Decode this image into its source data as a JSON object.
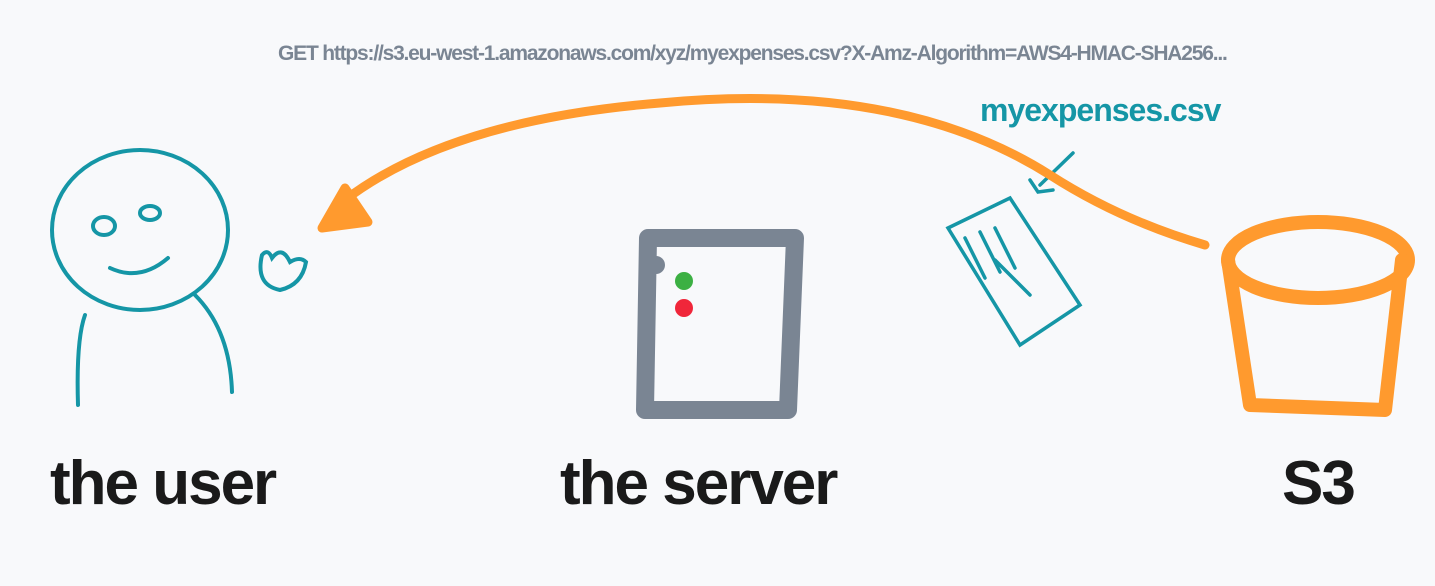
{
  "request": {
    "url_text": "GET https://s3.eu-west-1.amazonaws.com/xyz/myexpenses.csv?X-Amz-Algorithm=AWS4-HMAC-SHA256..."
  },
  "file": {
    "name": "myexpenses.csv"
  },
  "actors": [
    {
      "label": "the user",
      "icon": "user-stick-figure-icon"
    },
    {
      "label": "the server",
      "icon": "server-icon"
    },
    {
      "label": "S3",
      "icon": "bucket-icon"
    }
  ],
  "colors": {
    "user": "#1596a6",
    "server": "#7a8593",
    "s3": "#ff9a2e",
    "arrow": "#ff9a2e",
    "led_green": "#3cb043",
    "led_red": "#f0263a"
  }
}
